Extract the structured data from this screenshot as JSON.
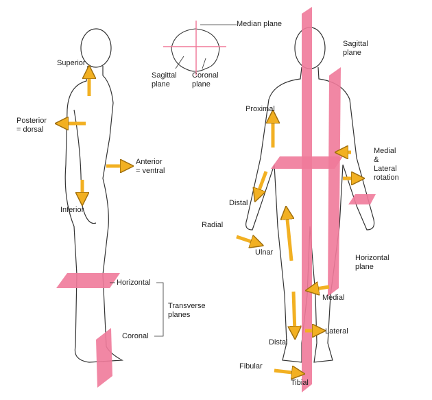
{
  "colors": {
    "plane": "#f07a9a",
    "arrow": "#f2b022",
    "outline": "#333333"
  },
  "labels": {
    "median_plane": "Median plane",
    "head_sagittal_1": "Sagittal",
    "head_sagittal_2": "plane",
    "head_coronal_1": "Coronal",
    "head_coronal_2": "plane",
    "superior": "Superior",
    "posterior_1": "Posterior",
    "posterior_2": "= dorsal",
    "anterior_1": "Anterior",
    "anterior_2": "= ventral",
    "inferior": "Inferior",
    "horizontal": "Horizontal",
    "transverse_1": "Transverse",
    "transverse_2": "planes",
    "coronal": "Coronal",
    "sagittal_1": "Sagittal",
    "sagittal_2": "plane",
    "proximal": "Proximal",
    "medial_rot_1": "Medial",
    "medial_rot_2": "&",
    "medial_rot_3": "Lateral",
    "medial_rot_4": "rotation",
    "distal_arm": "Distal",
    "radial": "Radial",
    "ulnar": "Ulnar",
    "horizontal_plane_1": "Horizontal",
    "horizontal_plane_2": "plane",
    "medial": "Medial",
    "lateral": "Lateral",
    "distal_leg": "Distal",
    "fibular": "Fibular",
    "tibial": "Tibial"
  }
}
